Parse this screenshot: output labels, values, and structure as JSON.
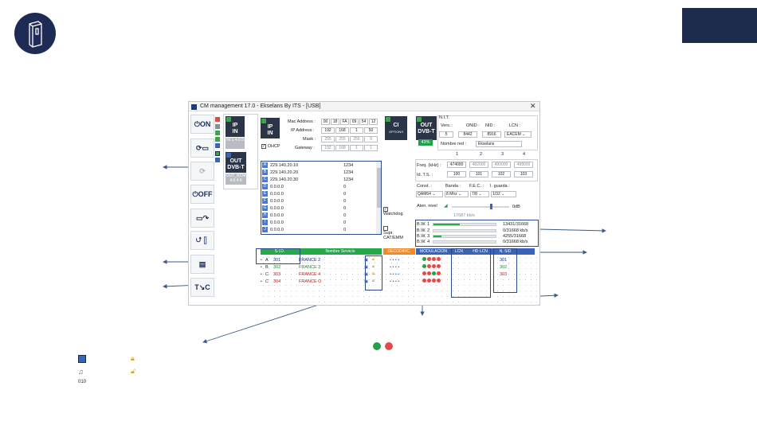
{
  "window": {
    "title": "CM management 17.0 - Ekselans By ITS - [USB]",
    "close_glyph": "✕"
  },
  "toolbar": {
    "on_label": "ON",
    "off_label": "OFF"
  },
  "modules": {
    "ip_in_top": "IP",
    "ip_in_bottom": "IN",
    "ip_in_sub": "IN 1.4.0.5",
    "out_top": "OUT",
    "out_bottom": "DVB-T",
    "out_sub": "OUT_NCM 4.6.4.6",
    "ip_in2_top": "IP",
    "ip_in2_bottom": "IN",
    "ci_top": "CI",
    "ci_sub": "OPTIONS",
    "out2_top": "OUT",
    "out2_bottom": "DVB-T",
    "out2_pct": "43%"
  },
  "network": {
    "mac_label": "Mac Address :",
    "mac": [
      "00",
      "18",
      "FA",
      "09",
      "54",
      "12"
    ],
    "ip_label": "IP Address :",
    "ip": [
      "192",
      "168",
      "1",
      "50"
    ],
    "mask_label": "Mask :",
    "mask": [
      "255",
      "255",
      "255",
      "0"
    ],
    "gateway_label": "Gateway :",
    "gateway": [
      "192",
      "168",
      "1",
      "1"
    ],
    "dhcp_label": "DHCP"
  },
  "ip_list": [
    {
      "tag": "A",
      "ip": "229.140.20.10",
      "port": "1234"
    },
    {
      "tag": "B",
      "ip": "229.140.20.20",
      "port": "1234"
    },
    {
      "tag": "C",
      "ip": "229.140.20.30",
      "port": "1234"
    },
    {
      "tag": "D",
      "ip": "0.0.0.0",
      "port": "0"
    },
    {
      "tag": "E",
      "ip": "0.0.0.0",
      "port": "0"
    },
    {
      "tag": "F",
      "ip": "0.0.0.0",
      "port": "0"
    },
    {
      "tag": "G",
      "ip": "0.0.0.0",
      "port": "0"
    },
    {
      "tag": "H",
      "ip": "0.0.0.0",
      "port": "0"
    },
    {
      "tag": "I",
      "ip": "0.0.0.0",
      "port": "0"
    },
    {
      "tag": "J",
      "ip": "0.0.0.0",
      "port": "0"
    }
  ],
  "options": {
    "watchdog": "Watchdog",
    "supr": "Supr.",
    "catemm": "CAT/EMM"
  },
  "nit": {
    "title": "N.I.T.",
    "vers_label": "Vers. :",
    "vers": "5",
    "onid_label": "ONID :",
    "onid": "8442",
    "nid_label": "NID :",
    "nid": "8916",
    "lcn_label": "LCN :",
    "lcn": "EACEM",
    "net_name_label": "Nombre red :",
    "net_name": "Ekselans"
  },
  "channels": {
    "cols": [
      "1",
      "2",
      "3",
      "4"
    ],
    "freq_label": "Freq. (kHz) :",
    "freq": [
      "474000",
      "482000",
      "490000",
      "498000"
    ],
    "ts_label": "Id. T.S. :",
    "ts": [
      "100",
      "101",
      "102",
      "103"
    ],
    "const_label": "Const. :",
    "banda_label": "Banda :",
    "fec_label": "F.E.C. :",
    "guard_label": "I. guarda :",
    "const": "QAM64",
    "banda": "8 Mhz",
    "fec": "7/8",
    "guard": "1/32",
    "aten_label": "Aten. nivel",
    "aten_value": "0dB",
    "total_bw": "17687 kb/s"
  },
  "bandwidth": [
    {
      "label": "B.W. 1",
      "text": "13431/31668",
      "fill": 0.42
    },
    {
      "label": "B.W. 2",
      "text": "0/31668 kb/s",
      "fill": 0
    },
    {
      "label": "B.W. 3",
      "text": "4255/31668",
      "fill": 0.13
    },
    {
      "label": "B.W. 4",
      "text": "0/31668 kb/s",
      "fill": 0
    }
  ],
  "services_table": {
    "col_sid": "S.I.D.",
    "col_name": "Nombre Servicio",
    "col_decod": "DECODIFIC.",
    "col_mod": "MODULACION",
    "col_lcn": "LCN",
    "col_hdlcn": "HD LCN",
    "col_nsid": "N. SID",
    "rows": [
      {
        "tag": "A",
        "sid": "301",
        "name": "FRANCE 2",
        "color": "#1a2f8a",
        "nsid": "301"
      },
      {
        "tag": "B",
        "sid": "302",
        "name": "FRANCE 3",
        "color": "#1c8a2e",
        "nsid": "302"
      },
      {
        "tag": "C",
        "sid": "303",
        "name": "FRANCE 4",
        "color": "#c41a1a",
        "nsid": "303"
      },
      {
        "tag": "C",
        "sid": "304",
        "name": "FRANCE O",
        "color": "#c41a1a",
        "nsid": ""
      }
    ]
  },
  "legend": {
    "code": "010"
  }
}
